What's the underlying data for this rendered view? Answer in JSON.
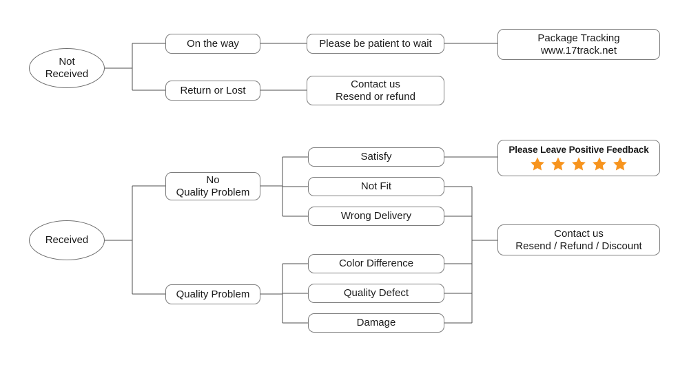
{
  "diagram": {
    "title_visible": false,
    "background_color": "#ffffff",
    "border_color": "#7d7d7d",
    "text_color": "#1a1a1a",
    "star_color": "#F7941E",
    "branches": [
      {
        "id": "not-received",
        "root": {
          "label_lines": [
            "Not",
            "Received"
          ],
          "shape": "ellipse"
        },
        "level1": [
          {
            "label_lines": [
              "On the way"
            ]
          },
          {
            "label_lines": [
              "Return or Lost"
            ]
          }
        ],
        "level2": [
          {
            "label_lines": [
              "Please be patient to wait"
            ]
          },
          {
            "label_lines": [
              "Contact us",
              "Resend or refund"
            ]
          }
        ],
        "level3": [
          {
            "label_lines": [
              "Package Tracking",
              "www.17track.net"
            ]
          }
        ]
      },
      {
        "id": "received",
        "root": {
          "label_lines": [
            "Received"
          ],
          "shape": "ellipse"
        },
        "level1": [
          {
            "label_lines": [
              "No",
              "Quality Problem"
            ]
          },
          {
            "label_lines": [
              "Quality Problem"
            ]
          }
        ],
        "level2_no_quality_problem": [
          {
            "label_lines": [
              "Satisfy"
            ]
          },
          {
            "label_lines": [
              "Not Fit"
            ]
          },
          {
            "label_lines": [
              "Wrong Delivery"
            ]
          }
        ],
        "level2_quality_problem": [
          {
            "label_lines": [
              "Color Difference"
            ]
          },
          {
            "label_lines": [
              "Quality Defect"
            ]
          },
          {
            "label_lines": [
              "Damage"
            ]
          }
        ],
        "outcomes": [
          {
            "id": "feedback",
            "label_lines": [
              "Please Leave Positive Feedback"
            ],
            "stars": 5,
            "star_color": "#F7941E"
          },
          {
            "id": "contact-us-resend-refund-discount",
            "label_lines": [
              "Contact us",
              "Resend / Refund / Discount"
            ]
          }
        ]
      }
    ]
  }
}
